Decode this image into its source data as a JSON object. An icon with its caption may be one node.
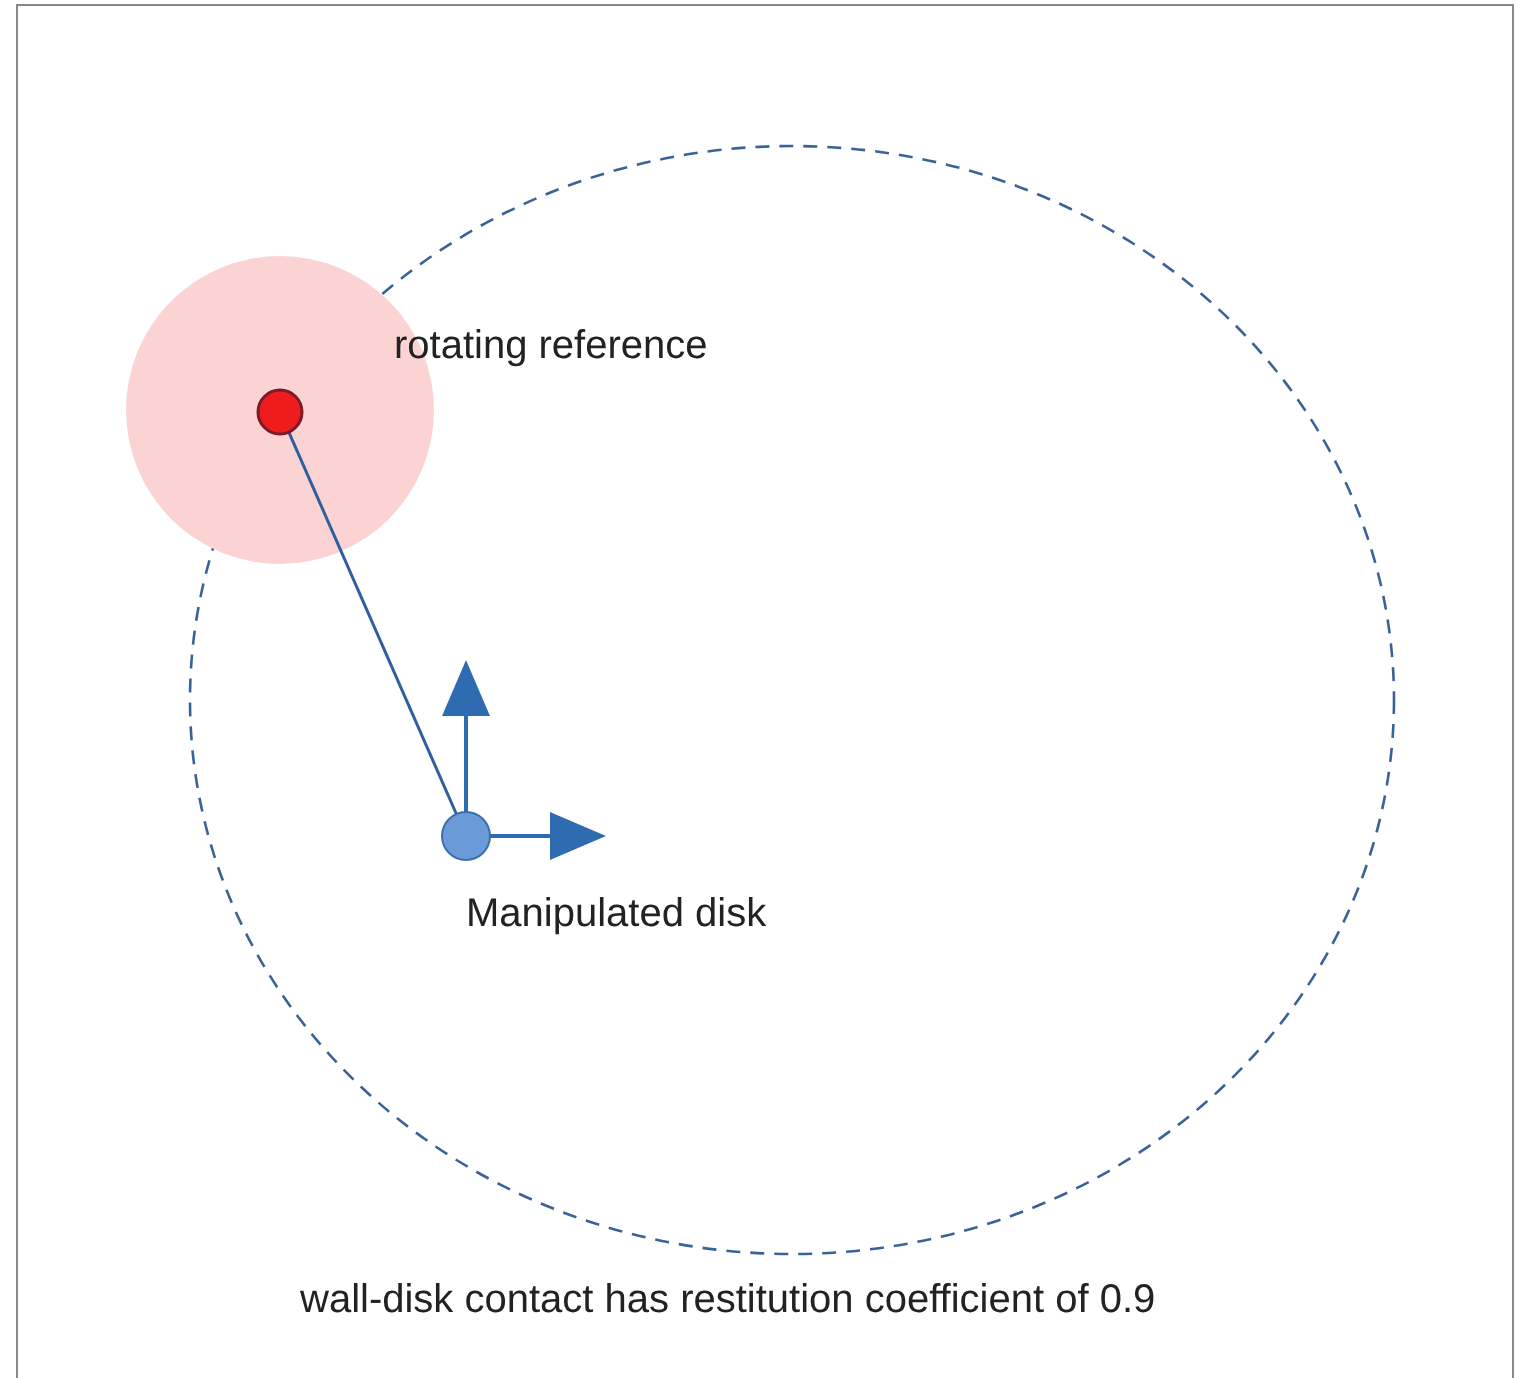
{
  "diagram": {
    "nodes": [
      {
        "text": [],
        "shape": "circle",
        "beside": [
          "rotating reference"
        ]
      },
      {
        "text": [],
        "shape": "circle",
        "beside": [
          "Manipulated disk"
        ]
      }
    ],
    "edges": [
      {
        "from": 0,
        "to": 1,
        "arrow": "none"
      }
    ],
    "labels": [
      "wall-disk contact has restitution coefficient of 0.9"
    ]
  }
}
